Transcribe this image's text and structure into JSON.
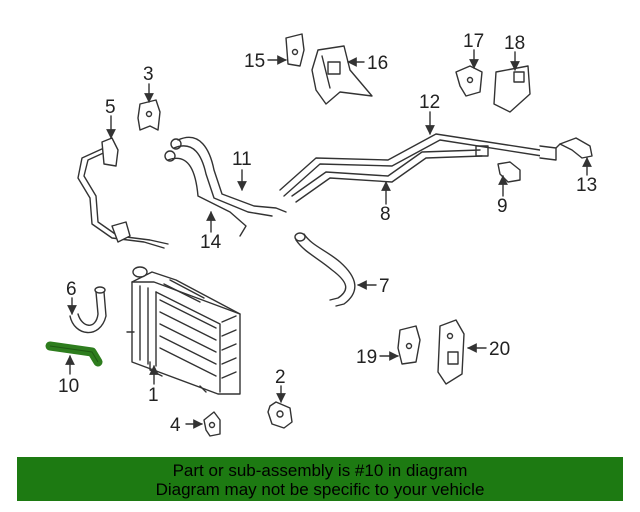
{
  "callouts": [
    "1",
    "2",
    "3",
    "4",
    "5",
    "6",
    "7",
    "8",
    "9",
    "10",
    "11",
    "12",
    "13",
    "14",
    "15",
    "16",
    "17",
    "18",
    "19",
    "20"
  ],
  "banner": {
    "line1": "Part or sub-assembly is #10 in diagram",
    "line2": "Diagram may not be specific to your vehicle"
  },
  "colors": {
    "highlight_part": "#2e7d1e",
    "banner_background": "#1d7a12",
    "line_art": "#333333"
  }
}
